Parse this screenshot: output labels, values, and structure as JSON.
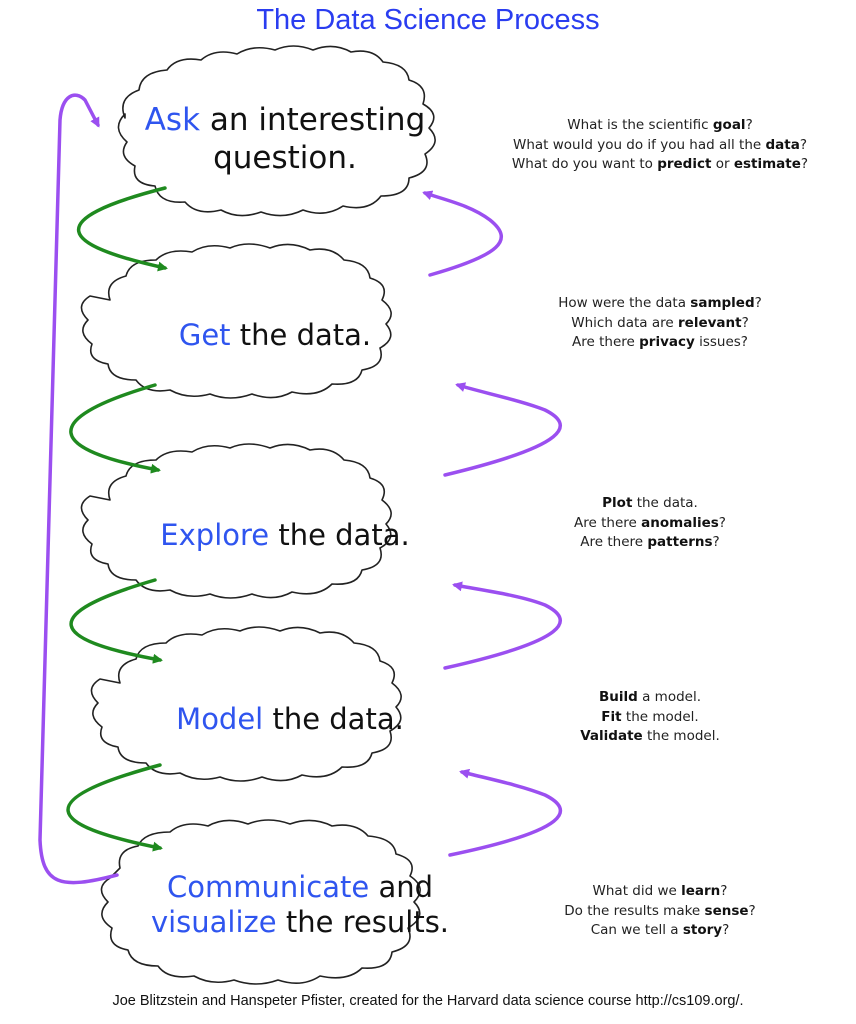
{
  "title": "The Data Science Process",
  "colors": {
    "title": "#2a3df0",
    "highlight": "#2f55ef",
    "forward_arrow": "#1f8a1f",
    "back_arrow": "#9b4ff0",
    "cloud_stroke": "#222222"
  },
  "stages": [
    {
      "id": "ask",
      "highlight_word": "Ask",
      "line1_rest": " an interesting",
      "line2": "question.",
      "notes": [
        {
          "pre": "What is the scientific ",
          "bold": "goal",
          "post": "?"
        },
        {
          "pre": "What would you do if you had all the ",
          "bold": "data",
          "post": "?"
        },
        {
          "pre": "What do you want to ",
          "bold": "predict",
          "mid": " or ",
          "bold2": "estimate",
          "post": "?"
        }
      ]
    },
    {
      "id": "get",
      "highlight_word": "Get",
      "line1_rest": " the data.",
      "notes": [
        {
          "pre": "How were the data ",
          "bold": "sampled",
          "post": "?"
        },
        {
          "pre": "Which data are ",
          "bold": "relevant",
          "post": "?"
        },
        {
          "pre": "Are there ",
          "bold": "privacy",
          "post": " issues?"
        }
      ]
    },
    {
      "id": "explore",
      "highlight_word": "Explore",
      "line1_rest": " the data.",
      "notes": [
        {
          "pre": "",
          "bold": "Plot",
          "post": " the data."
        },
        {
          "pre": "Are there ",
          "bold": "anomalies",
          "post": "?"
        },
        {
          "pre": "Are there ",
          "bold": "patterns",
          "post": "?"
        }
      ]
    },
    {
      "id": "model",
      "highlight_word": "Model",
      "line1_rest": " the data.",
      "notes": [
        {
          "pre": "",
          "bold": "Build",
          "post": " a model."
        },
        {
          "pre": "",
          "bold": "Fit",
          "post": " the model."
        },
        {
          "pre": "",
          "bold": "Validate",
          "post": " the model."
        }
      ]
    },
    {
      "id": "communicate",
      "highlight_word": "Communicate",
      "line1_rest": " and",
      "highlight_word2": "visualize",
      "line2_rest": " the results.",
      "notes": [
        {
          "pre": "What did we ",
          "bold": "learn",
          "post": "?"
        },
        {
          "pre": "Do the results make ",
          "bold": "sense",
          "post": "?"
        },
        {
          "pre": "Can we tell a ",
          "bold": "story",
          "post": "?"
        }
      ]
    }
  ],
  "footer": "Joe Blitzstein and Hanspeter Pfister, created for the Harvard data science course http://cs109.org/."
}
